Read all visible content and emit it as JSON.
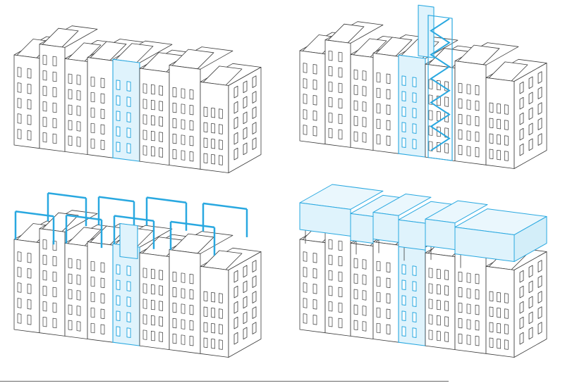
{
  "colors": {
    "outline": "#3a3a3a",
    "accent_stroke": "#29a8e0",
    "accent_fill": "#dff3fc",
    "rule": "#666666"
  },
  "panels": [
    {
      "variant": "facade-tower"
    },
    {
      "variant": "tower-and-stair"
    },
    {
      "variant": "roof-frames"
    },
    {
      "variant": "roof-volumes"
    }
  ]
}
